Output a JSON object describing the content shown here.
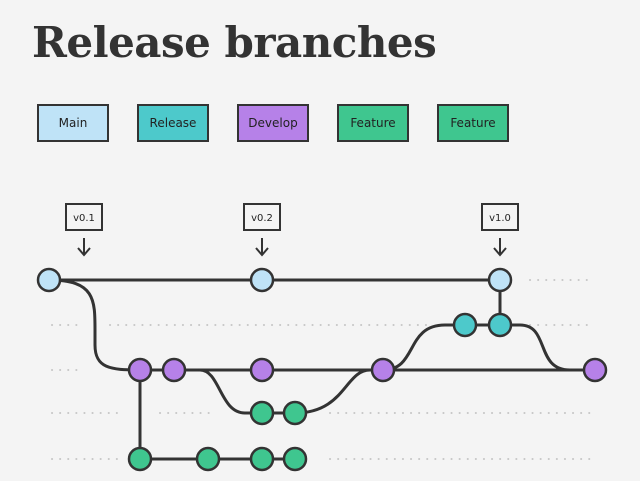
{
  "title": "Release branches",
  "legend": [
    {
      "label": "Main",
      "color": "#bfe3f7"
    },
    {
      "label": "Release",
      "color": "#4dc9cb"
    },
    {
      "label": "Develop",
      "color": "#b681e8"
    },
    {
      "label": "Feature",
      "color": "#3fc68f"
    },
    {
      "label": "Feature",
      "color": "#3fc68f"
    }
  ],
  "tags": [
    "v0.1",
    "v0.2",
    "v1.0"
  ],
  "colors": {
    "main": "#bfe3f7",
    "release": "#4dc9cb",
    "develop": "#b681e8",
    "feature": "#3fc68f",
    "line": "#333333",
    "dots": "#c6c6c6"
  }
}
